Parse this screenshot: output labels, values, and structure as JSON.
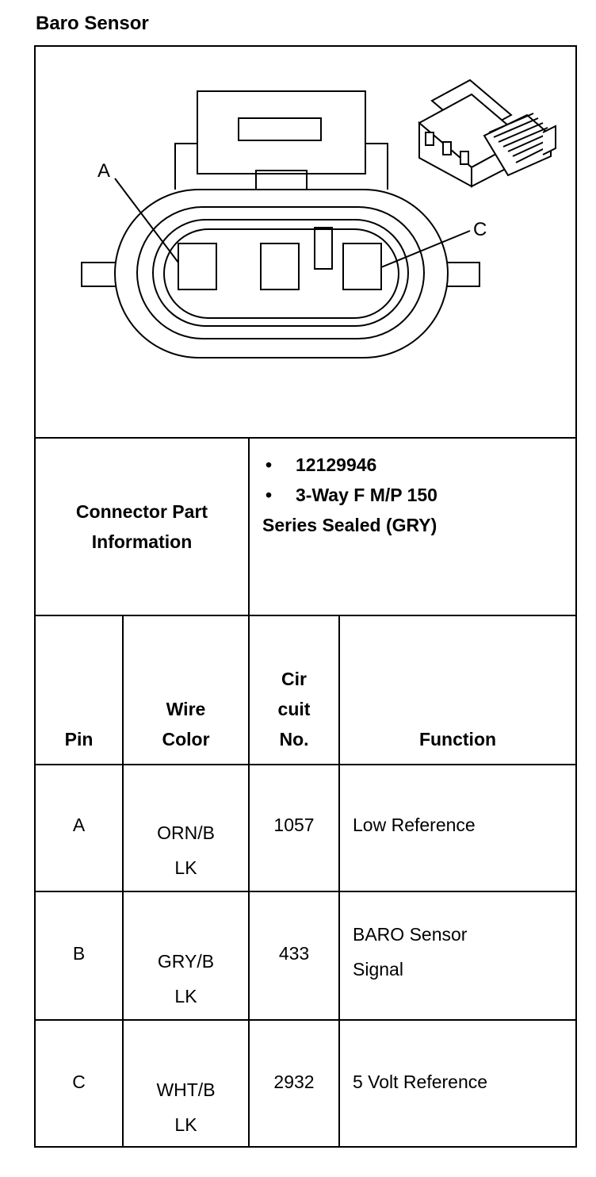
{
  "title": "Baro Sensor",
  "connector": {
    "label": "Connector Part Information",
    "bullets": [
      "12129946",
      "3-Way F M/P 150"
    ],
    "continuation": "Series Sealed (GRY)"
  },
  "diagram": {
    "pin_labels": [
      "A",
      "C"
    ]
  },
  "table": {
    "headers": {
      "pin": "Pin",
      "wire_color": "Wire Color",
      "circuit": "Cir cuit No.",
      "function": "Function"
    },
    "rows": [
      {
        "pin": "A",
        "wire": [
          "ORN/B",
          "LK"
        ],
        "circuit": "1057",
        "function": [
          "Low Reference"
        ]
      },
      {
        "pin": "B",
        "wire": [
          "GRY/B",
          "LK"
        ],
        "circuit": "433",
        "function": [
          "BARO Sensor",
          "Signal"
        ]
      },
      {
        "pin": "C",
        "wire": [
          "WHT/B",
          "LK"
        ],
        "circuit": "2932",
        "function": [
          "5 Volt Reference"
        ]
      }
    ]
  }
}
